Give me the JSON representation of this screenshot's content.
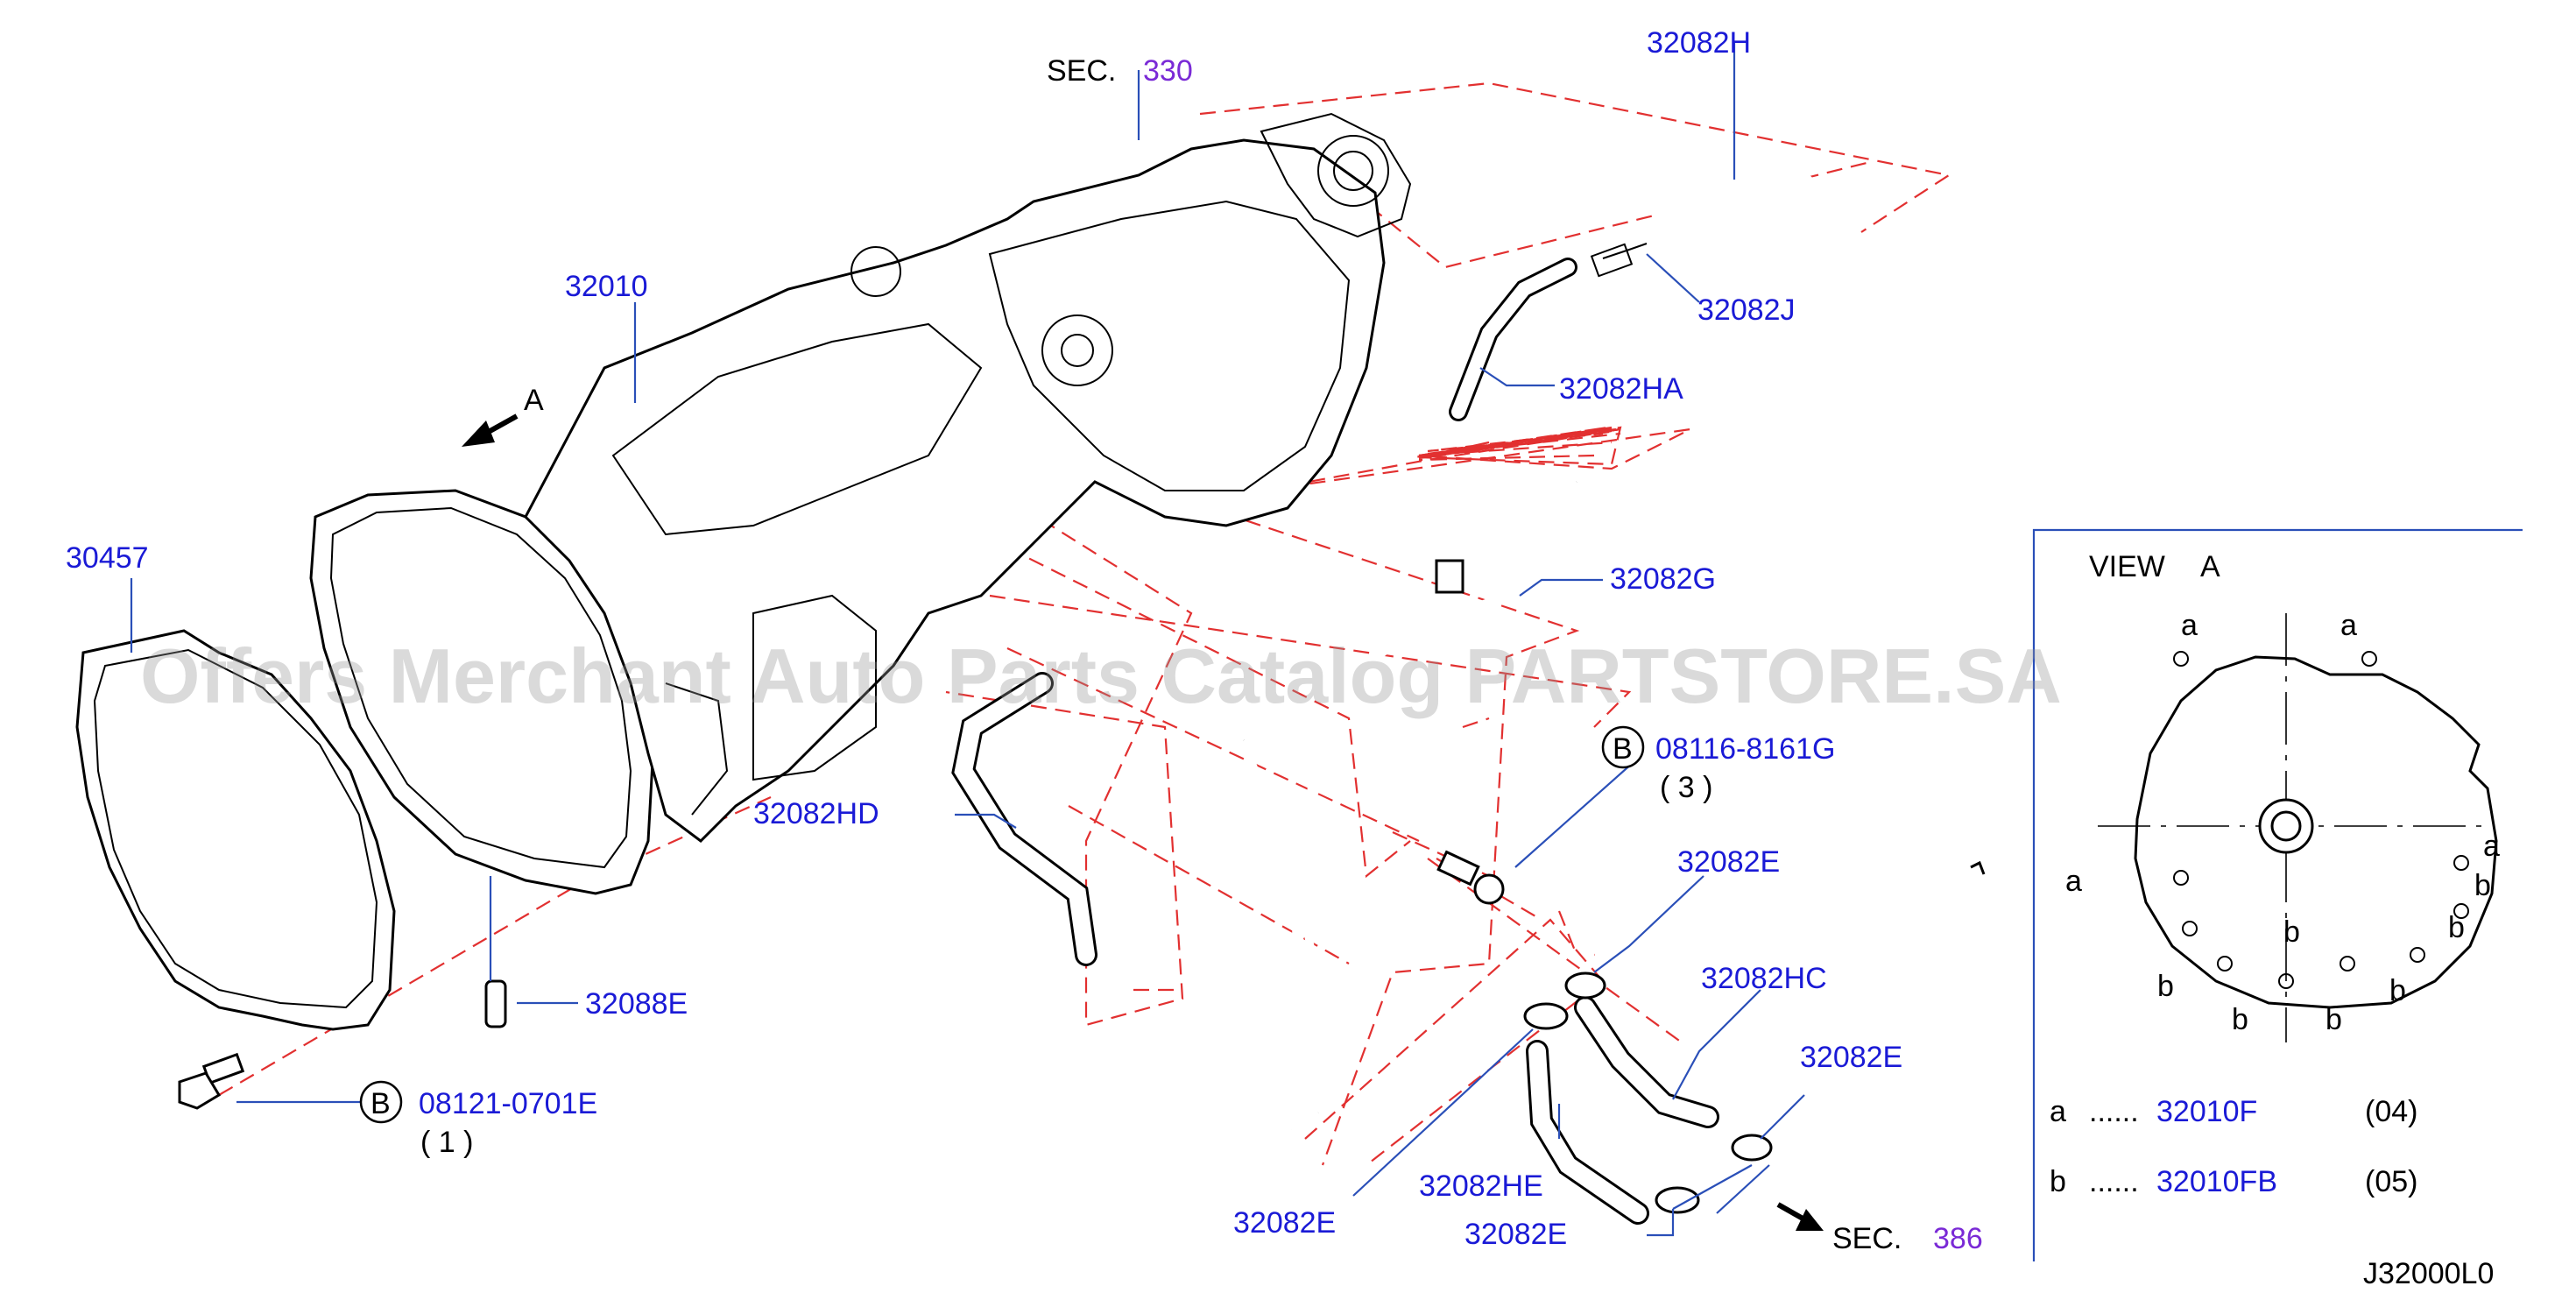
{
  "labels": {
    "sec330_prefix": "SEC.",
    "sec330_num": "330",
    "p32082H": "32082H",
    "p32082J": "32082J",
    "p32082HA": "32082HA",
    "p32010": "32010",
    "arrowA": "A",
    "p30457": "30457",
    "p32082G": "32082G",
    "p32082HD": "32082HD",
    "bolt1_circle": "B",
    "bolt1_part": "08116-8161G",
    "bolt1_qty": "( 3 )",
    "p32082E_1": "32082E",
    "p32082HC": "32082HC",
    "p32082E_2": "32082E",
    "p32088E": "32088E",
    "bolt2_circle": "B",
    "bolt2_part": "08121-0701E",
    "bolt2_qty": "( 1 )",
    "p32082HE": "32082HE",
    "p32082E_3": "32082E",
    "p32082E_4": "32082E",
    "sec386_prefix": "SEC.",
    "sec386_num": "386"
  },
  "view": {
    "title_word": "VIEW",
    "title_letter": "A",
    "marks_a": [
      "a",
      "a",
      "a",
      "a"
    ],
    "marks_b": [
      "b",
      "b",
      "b",
      "b",
      "b",
      "b",
      "b"
    ]
  },
  "legend": [
    {
      "letter": "a",
      "dots": "......",
      "part": "32010F",
      "qty": "(04)"
    },
    {
      "letter": "b",
      "dots": "......",
      "part": "32010FB",
      "qty": "(05)"
    }
  ],
  "diagram_code": "J32000L0",
  "watermark": "Offers Merchant Auto Parts Catalog PARTSTORE.SA",
  "colors": {
    "part_label": "#1a1ad6",
    "section_ref": "#7a2ad6",
    "phantom_line": "#e23030",
    "leader_line": "#2a4fb8"
  }
}
